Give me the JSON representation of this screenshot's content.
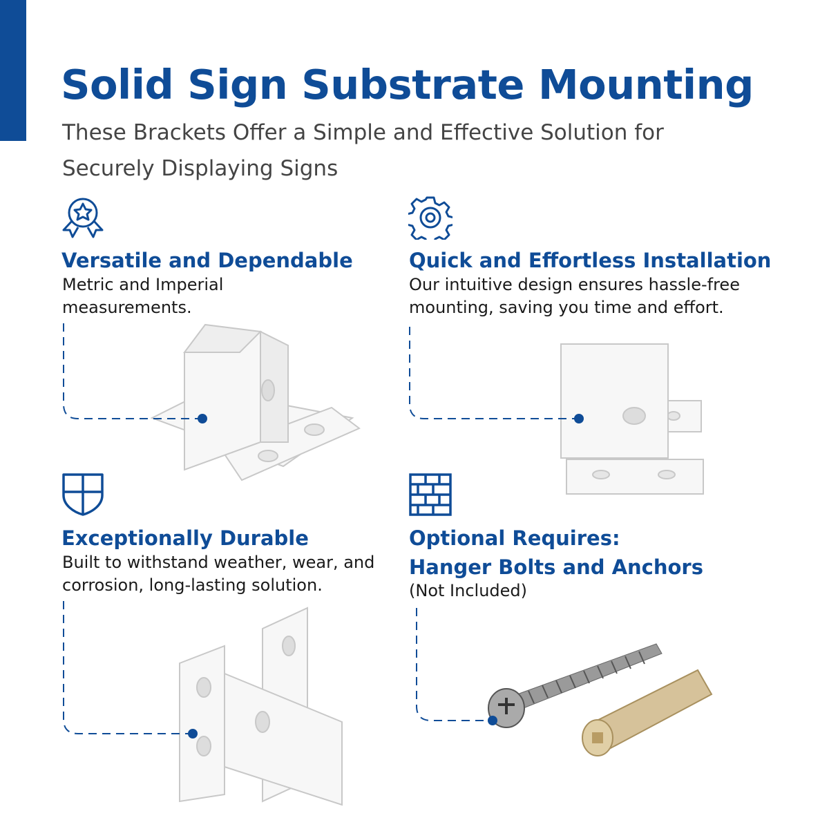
{
  "header": {
    "title": "Solid Sign Substrate Mounting",
    "subtitle": "These Brackets Offer a Simple and Effective Solution for Securely Displaying Signs"
  },
  "features": [
    {
      "icon": "award-ribbon-icon",
      "title": "Versatile and Dependable",
      "description": "Metric and Imperial measurements."
    },
    {
      "icon": "gear-icon",
      "title": "Quick and Effortless Installation",
      "description": "Our intuitive design ensures hassle-free mounting, saving you time and effort."
    },
    {
      "icon": "shield-icon",
      "title": "Exceptionally Durable",
      "description": "Built to withstand weather, wear, and corrosion, long-lasting solution."
    },
    {
      "icon": "brick-wall-icon",
      "title_line1": "Optional Requires:",
      "title_line2": "Hanger Bolts and Anchors",
      "description": "(Not Included)"
    }
  ],
  "colors": {
    "brand": "#0f4c97",
    "text": "#1a1a1a"
  }
}
